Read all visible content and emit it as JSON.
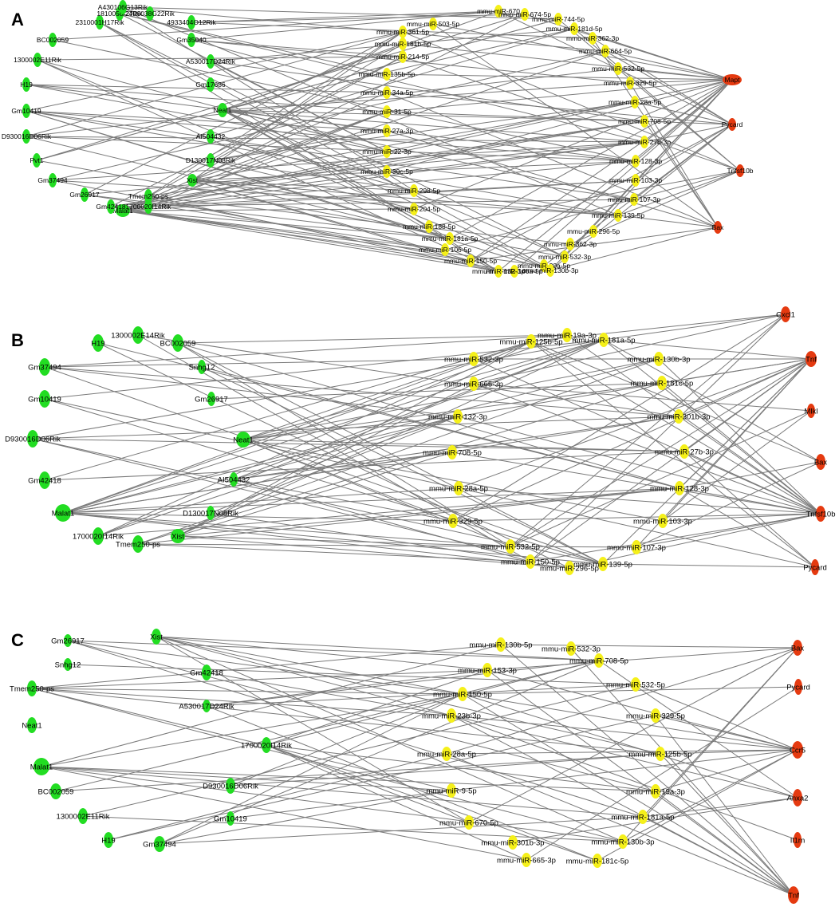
{
  "colors": {
    "lncrna": "#22dd22",
    "mirna": "#f5f01a",
    "mrna": "#e53a10",
    "edge": "#7a7a7a"
  },
  "panels": [
    {
      "label": "A",
      "lnc": [
        "Malat1",
        "Neat1",
        "Xist",
        "H19",
        "Gm10419",
        "Pvt1",
        "Gm37494",
        "Gm26917",
        "Gm42418",
        "BC002059",
        "1300002E11Rik",
        "D930016D06Rik",
        "2310001H17Rik",
        "1810058I24Rik",
        "A430106G13Rik",
        "2700038G22Rik",
        "4933404O12Rik",
        "Gm35040",
        "A530017D24Rik",
        "Gm17686",
        "AI504432",
        "D130017N08Rik",
        "Tmem250-ps",
        "1700020I14Rik"
      ],
      "mir": [
        "mmu-miR-150-5p",
        "mmu-miR-181a-5p",
        "mmu-miR-188-5p",
        "mmu-miR-204-5p",
        "mmu-miR-298-5p",
        "mmu-miR-30c-5p",
        "mmu-miR-22-3p",
        "mmu-miR-27a-3p",
        "mmu-miR-31-5p",
        "mmu-miR-34a-5p",
        "mmu-miR-135b-5p",
        "mmu-miR-214-5p",
        "mmu-miR-181b-5p",
        "mmu-miR-361-5p",
        "mmu-miR-503-5p",
        "mmu-miR-670",
        "mmu-miR-674-5p",
        "mmu-miR-744-5p",
        "mmu-miR-181d-5p",
        "mmu-miR-362-3p",
        "mmu-miR-664-5p",
        "mmu-miR-532-5p",
        "mmu-miR-329-5p",
        "mmu-miR-28a-5p",
        "mmu-miR-708-5p",
        "mmu-miR-27b-3p",
        "mmu-miR-128-3p",
        "mmu-miR-103-3p",
        "mmu-miR-107-3p",
        "mmu-miR-139-5p",
        "mmu-miR-296-5p",
        "mmu-miR-362-3p",
        "mmu-miR-532-3p",
        "mmu-miR-30a-5p",
        "mmu-miR-130b-3p",
        "mmu-miR-146a-5p",
        "mmu-miR-106-5p",
        "mmu-miR-132-3p"
      ],
      "mrna": [
        "Mapt",
        "Pycard",
        "Tnfsf10b",
        "Bax"
      ]
    },
    {
      "label": "B",
      "lnc": [
        "H19",
        "1300002E14Rik",
        "BC002059",
        "Gm37494",
        "Snhg12",
        "Gm10419",
        "Gm26917",
        "D930016D06Rik",
        "Neat1",
        "Gm42418",
        "AI504432",
        "Malat1",
        "D130017N08Rik",
        "1700020I14Rik",
        "Tmem250-ps",
        "Xist"
      ],
      "mir": [
        "mmu-miR-19a-3p",
        "mmu-miR-125b-5p",
        "mmu-miR-181a-5p",
        "mmu-miR-532-3p",
        "mmu-miR-130b-3p",
        "mmu-miR-665-3p",
        "mmu-miR-181c-5p",
        "mmu-miR-132-3p",
        "mmu-miR-301b-3p",
        "mmu-miR-708-5p",
        "mmu-miR-27b-3p",
        "mmu-miR-28a-5p",
        "mmu-miR-128-3p",
        "mmu-miR-329-5p",
        "mmu-miR-103-3p",
        "mmu-miR-532-5p",
        "mmu-miR-107-3p",
        "mmu-miR-150-5p",
        "mmu-miR-139-5p",
        "mmu-miR-296-5p"
      ],
      "mrna": [
        "Cxcl1",
        "Tnf",
        "Mlkl",
        "Bax",
        "Tnfsf10b",
        "Pycard"
      ]
    },
    {
      "label": "C",
      "lnc": [
        "Gm26917",
        "Xist",
        "Snhg12",
        "Gm42418",
        "Tmem250-ps",
        "A530017D24Rik",
        "Neat1",
        "1700020I14Rik",
        "Malat1",
        "D930016D06Rik",
        "BC002059",
        "1300002E11Rik",
        "Gm10419",
        "H19",
        "Gm37494"
      ],
      "mir": [
        "mmu-miR-130b-5p",
        "mmu-miR-532-3p",
        "mmu-miR-153-3p",
        "mmu-miR-708-5p",
        "mmu-miR-150-5p",
        "mmu-miR-532-5p",
        "mmu-miR-23b-3p",
        "mmu-miR-329-5p",
        "mmu-miR-125b-5p",
        "mmu-miR-28a-5p",
        "mmu-miR-9-5p",
        "mmu-miR-19a-3p",
        "mmu-miR-670-5p",
        "mmu-miR-181a-5p",
        "mmu-miR-130b-3p",
        "mmu-miR-301b-3p",
        "mmu-miR-665-3p",
        "mmu-miR-181c-5p"
      ],
      "mrna": [
        "Bax",
        "Pycard",
        "Ccr5",
        "Anxa2",
        "Il1rn",
        "Tnf"
      ]
    }
  ]
}
